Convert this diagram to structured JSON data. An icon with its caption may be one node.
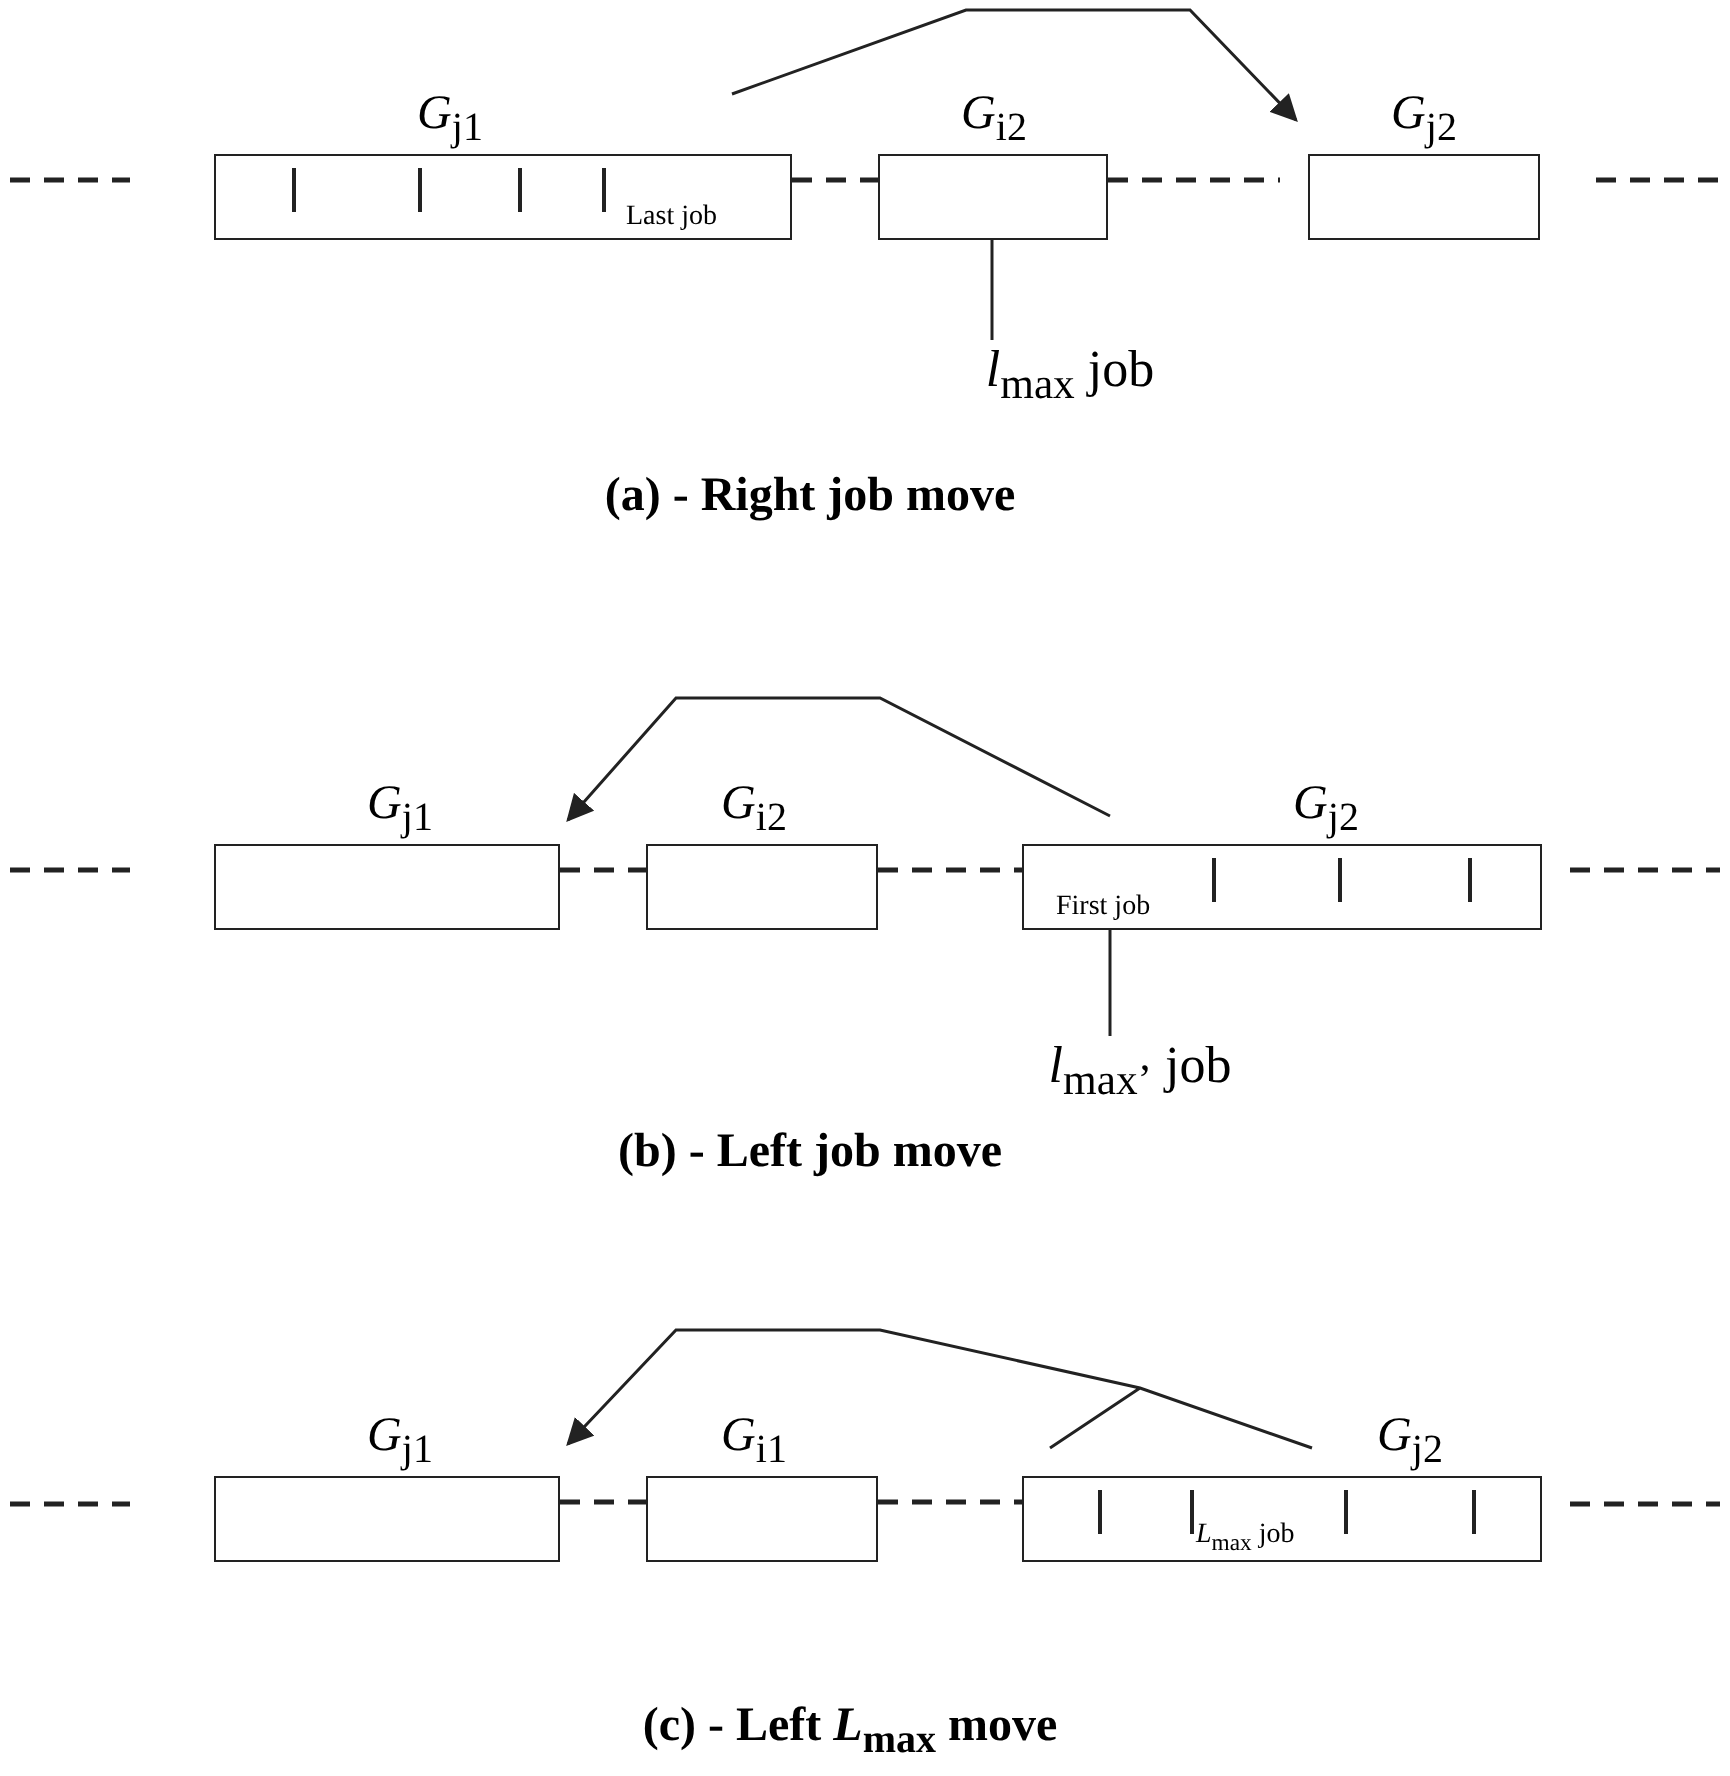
{
  "diagram": {
    "nodes": [
      {
        "text": [
          "*G*$_{j1}$",
          "Last job"
        ]
      },
      {
        "text": [
          "*G*$_{i2}$"
        ]
      },
      {
        "text": [
          "*l*$_{max}$ job"
        ]
      },
      {
        "text": [
          "*G*$_{j2}$"
        ]
      },
      {
        "text": [
          "*G*$_{j1}$"
        ]
      },
      {
        "text": [
          "*G*$_{i2}$"
        ]
      },
      {
        "text": [
          "*G*$_{j2}$",
          "First job"
        ]
      },
      {
        "text": [
          "*l*$_{max’}$ job"
        ]
      },
      {
        "text": [
          "*G*$_{j1}$"
        ]
      },
      {
        "text": [
          "*G*$_{i1}$"
        ]
      },
      {
        "text": [
          "*G*$_{j2}$",
          "*L*$_{max}$ job"
        ]
      }
    ],
    "edges": [
      {
        "from": 0,
        "to": 3,
        "arrow": "to"
      },
      {
        "from": 2,
        "to": 1,
        "arrow": "none"
      },
      {
        "from": 6,
        "to": 4,
        "arrow": "to"
      },
      {
        "from": 7,
        "to": 6,
        "arrow": "none"
      },
      {
        "from": 10,
        "to": 8,
        "arrow": "to"
      },
      {
        "from": 0,
        "to": 1,
        "arrow": "none",
        "style": "dashed"
      },
      {
        "from": 4,
        "to": 5,
        "arrow": "none",
        "style": "dashed"
      },
      {
        "from": 5,
        "to": 6,
        "arrow": "none",
        "style": "dashed"
      },
      {
        "from": 8,
        "to": 9,
        "arrow": "none",
        "style": "dashed"
      },
      {
        "from": 9,
        "to": 10,
        "arrow": "none",
        "style": "dashed"
      }
    ],
    "labels": [
      "(a) - Right job move",
      "(b) - Left job move",
      "(c) - Left *L*$_{max}$ move"
    ]
  }
}
